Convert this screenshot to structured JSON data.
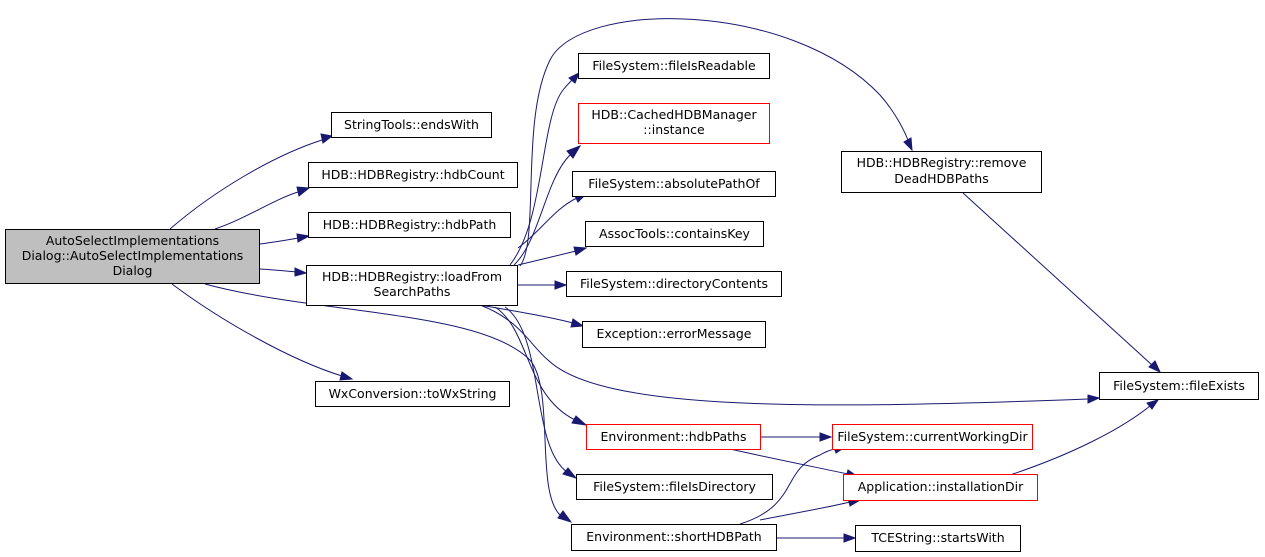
{
  "colors": {
    "edge": "#191970",
    "node_border": "#000000",
    "node_border_incomplete": "#ff0000",
    "root_fill": "#bfbfbf",
    "background": "#ffffff"
  },
  "nodes": {
    "root": {
      "lines": [
        "AutoSelectImplementations",
        "Dialog::AutoSelectImplementations",
        "Dialog"
      ]
    },
    "ends_with": {
      "lines": [
        "StringTools::endsWith"
      ]
    },
    "hdb_count": {
      "lines": [
        "HDB::HDBRegistry::hdbCount"
      ]
    },
    "hdb_path": {
      "lines": [
        "HDB::HDBRegistry::hdbPath"
      ]
    },
    "load_from_search_paths": {
      "lines": [
        "HDB::HDBRegistry::loadFrom",
        "SearchPaths"
      ]
    },
    "to_wx_string": {
      "lines": [
        "WxConversion::toWxString"
      ]
    },
    "file_is_readable": {
      "lines": [
        "FileSystem::fileIsReadable"
      ]
    },
    "cached_instance": {
      "lines": [
        "HDB::CachedHDBManager",
        "::instance"
      ]
    },
    "absolute_path_of": {
      "lines": [
        "FileSystem::absolutePathOf"
      ]
    },
    "contains_key": {
      "lines": [
        "AssocTools::containsKey"
      ]
    },
    "directory_contents": {
      "lines": [
        "FileSystem::directoryContents"
      ]
    },
    "error_message": {
      "lines": [
        "Exception::errorMessage"
      ]
    },
    "hdb_paths": {
      "lines": [
        "Environment::hdbPaths"
      ]
    },
    "file_is_directory": {
      "lines": [
        "FileSystem::fileIsDirectory"
      ]
    },
    "short_hdb_path": {
      "lines": [
        "Environment::shortHDBPath"
      ]
    },
    "remove_dead_hdb_paths": {
      "lines": [
        "HDB::HDBRegistry::remove",
        "DeadHDBPaths"
      ]
    },
    "file_exists": {
      "lines": [
        "FileSystem::fileExists"
      ]
    },
    "current_working_dir": {
      "lines": [
        "FileSystem::currentWorkingDir"
      ]
    },
    "installation_dir": {
      "lines": [
        "Application::installationDir"
      ]
    },
    "starts_with": {
      "lines": [
        "TCEString::startsWith"
      ]
    }
  }
}
